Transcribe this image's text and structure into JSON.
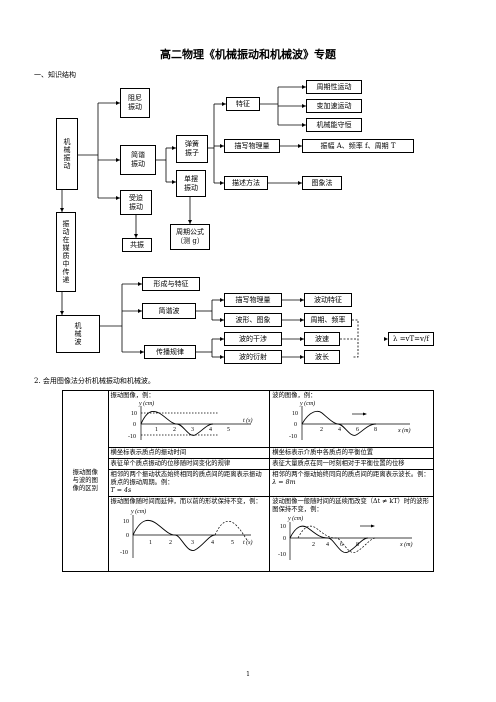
{
  "title": "高二物理《机械振动和机械波》专题",
  "section1": "一、知识结构",
  "section2": "2. 会用图像法分析机械振动和机械波。",
  "tree1": {
    "root": "机械振动",
    "damped": "阻尼振动",
    "simple": "简谐振动",
    "forced": "受迫振动",
    "resonance": "共振",
    "spring": "弹簧振子",
    "pendulum": "单摆振动",
    "period_formula": "周期公式",
    "period_note": "（测 g）",
    "feature": "特征",
    "f_periodic": "周期性运动",
    "f_variable": "变加速运动",
    "f_energy": "机械能守恒",
    "quantities": "描写物理量",
    "quantities_value": "振幅 A、频率 f、周期 T",
    "method": "描述方法",
    "method_value": "图象法",
    "medium": "振动在媒质中传递"
  },
  "tree2": {
    "root": "机械波",
    "formation": "形成与特征",
    "simple_wave": "简谐波",
    "propagation": "传播规律",
    "quantities": "描写物理量",
    "wave_feature": "波动特征",
    "graph": "波形、图象",
    "period_freq": "周期、频率",
    "interference": "波的干涉",
    "speed": "波速",
    "diffraction": "波的衍射",
    "wavelength": "波长",
    "formula": "λ =vT=v/f"
  },
  "table": {
    "row_label": "振动图像与波的图像的区别",
    "vib_title": "振动图像，例：",
    "wave_title": "波的图像，例：",
    "r1a": "横坐标表示质点的振动时间",
    "r1b": "横坐标表示介质中各质点的平衡位置",
    "r2a": "表征单个质点振动的位移随时间变化的规律",
    "r2b": "表征大量质点在同一时刻相对于平衡位置的位移",
    "r3a": "相邻的两个振动状态始终相同的质点间的距离表示振动质点的振动周期。例：",
    "r3a_eq": "T = 4s",
    "r3b": "相邻的两个振动始终同向的质点间的距离表示波长。例：",
    "r3b_eq": "λ = 8m",
    "r4a": "振动图像随时间而延伸，而以前的形状保持不变，例：",
    "r4b": "波动图像一般随时间的延续而改变（Δt ≠ kT）时的波形图保持不变，例："
  },
  "plots": {
    "vib": {
      "ylabel": "y (cm)",
      "xlabel": "t (s)",
      "ticks": [
        "1",
        "2",
        "3",
        "4",
        "5"
      ],
      "ymax": "10",
      "ymin": "-10",
      "zero": "0"
    },
    "wave": {
      "ylabel": "y (cm)",
      "xlabel": "x (m)",
      "ticks": [
        "2",
        "4",
        "6",
        "8"
      ],
      "ymax": "10",
      "ymin": "-10",
      "zero": "0"
    }
  },
  "page_number": "1"
}
